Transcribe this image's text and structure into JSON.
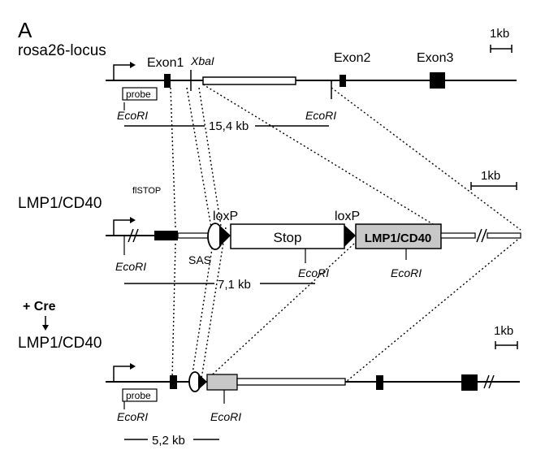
{
  "panel_letter": "A",
  "rows": {
    "wildtype": {
      "name": "rosa26-locus",
      "exon1": "Exon1",
      "exon2": "Exon2",
      "exon3": "Exon3",
      "site": "XbaI",
      "probe": "probe",
      "ecori": "EcoRI",
      "fragment": "15,4 kb",
      "scale": "1kb"
    },
    "flstop": {
      "name": "LMP1/CD40",
      "superscript": "flSTOP",
      "loxp": "loxP",
      "stop": "Stop",
      "transgene": "LMP1/CD40",
      "sas": "SAS",
      "ecori": "EcoRI",
      "fragment": "7,1 kb",
      "scale": "1kb"
    },
    "cre": {
      "label": "+ Cre"
    },
    "recombined": {
      "name": "LMP1/CD40",
      "probe": "probe",
      "ecori": "EcoRI",
      "fragment": "5,2 kb",
      "scale": "1kb"
    }
  },
  "colors": {
    "line": "#000000",
    "exon": "#000000",
    "transgene_fill": "#c8c8c8",
    "open_box": "#ffffff"
  }
}
